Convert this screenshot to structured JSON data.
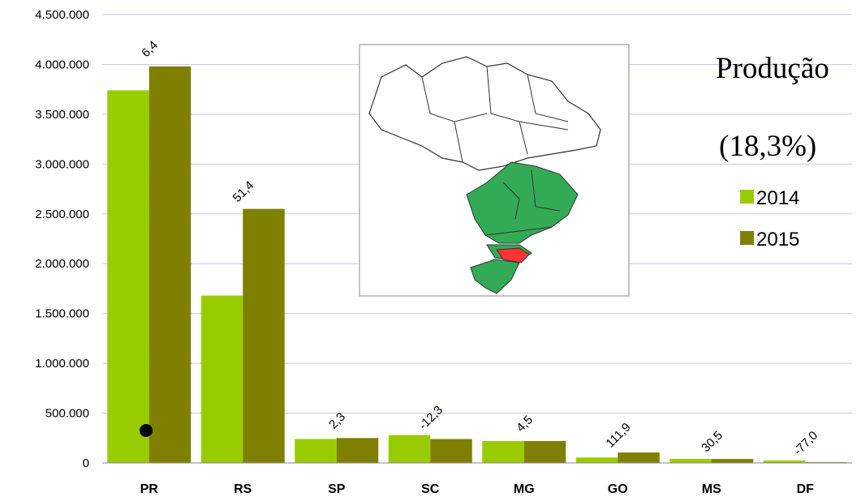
{
  "chart_data": {
    "type": "bar",
    "title": "Produção",
    "subtitle": "(18,3%)",
    "categories": [
      "PR",
      "RS",
      "SP",
      "SC",
      "MG",
      "GO",
      "MS",
      "DF"
    ],
    "series": [
      {
        "name": "2014",
        "color": "#99cc00",
        "values": [
          3740000,
          1680000,
          240000,
          280000,
          220000,
          55000,
          40000,
          25000
        ]
      },
      {
        "name": "2015",
        "color": "#808000",
        "values": [
          3980000,
          2550000,
          250000,
          240000,
          220000,
          105000,
          40000,
          8000
        ]
      }
    ],
    "variation_labels": [
      "6,4",
      "51,4",
      "2,3",
      "-12,3",
      "4,5",
      "111,9",
      "30,5",
      "-77,0"
    ],
    "y_ticks": [
      "0",
      "500.000",
      "1.000.000",
      "1.500.000",
      "2.000.000",
      "2.500.000",
      "3.000.000",
      "3.500.000",
      "4.000.000",
      "4.500.000"
    ],
    "ylim": [
      0,
      4500000
    ],
    "grid": true,
    "legend_position": "right",
    "map_colors": {
      "highlight": "#ff3333",
      "region": "#33aa55"
    }
  }
}
